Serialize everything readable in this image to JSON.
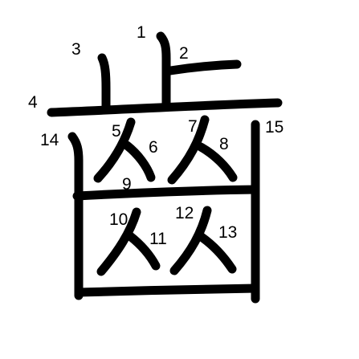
{
  "character": {
    "glyph": "齒",
    "ink_color": "#000000",
    "background_color": "#ffffff",
    "stroke_count": 15,
    "stroke_labels": [
      "1",
      "2",
      "3",
      "4",
      "5",
      "6",
      "7",
      "8",
      "9",
      "10",
      "11",
      "12",
      "13",
      "14",
      "15"
    ]
  }
}
